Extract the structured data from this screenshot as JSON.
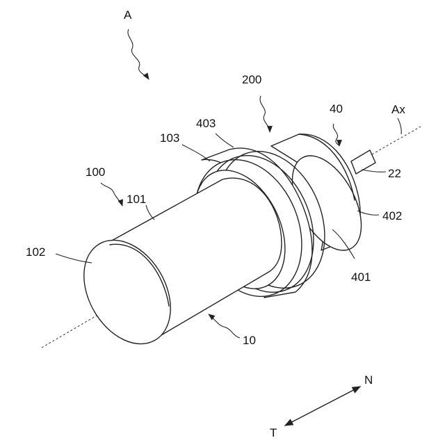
{
  "figure": {
    "labels": {
      "assembly": "A",
      "axis": "Ax",
      "collar": "200",
      "cap": "40",
      "body_group": "100",
      "body_side": "101",
      "body_end": "102",
      "body_step": "103",
      "collar_ring": "403",
      "shaft": "22",
      "cap_rim": "402",
      "cap_face": "401",
      "body": "10",
      "dir_n": "N",
      "dir_t": "T"
    }
  }
}
